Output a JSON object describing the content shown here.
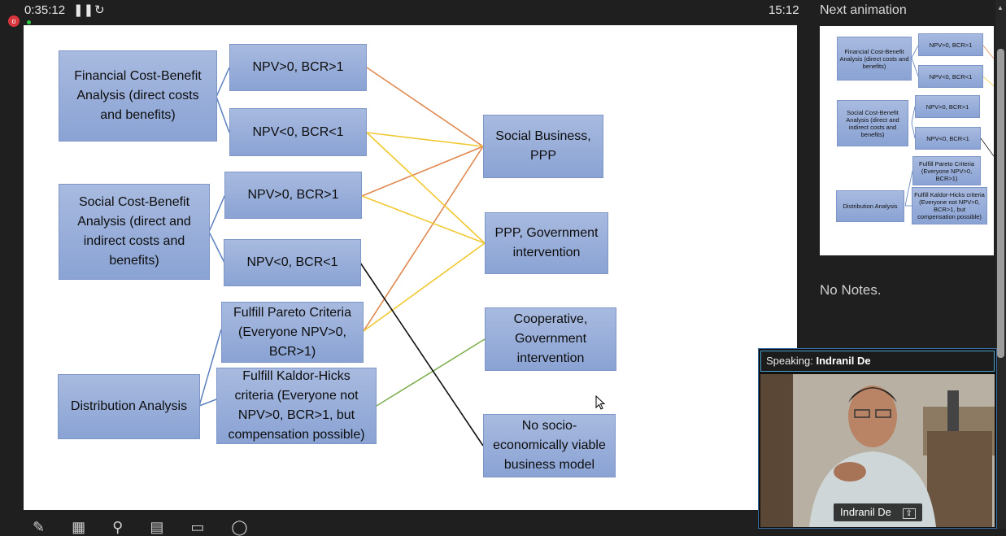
{
  "topbar": {
    "elapsed": "0:35:12",
    "pause_icon": "pause-icon",
    "restart_icon": "restart-icon",
    "clock": "15:12",
    "record_icon": "record-icon"
  },
  "slide": {
    "sources": [
      {
        "label": "Financial Cost-Benefit Analysis (direct costs and benefits)"
      },
      {
        "label": "Social Cost-Benefit Analysis (direct and indirect costs and benefits)"
      },
      {
        "label": "Distribution Analysis"
      }
    ],
    "criteria": [
      {
        "label": "NPV>0, BCR>1"
      },
      {
        "label": "NPV<0, BCR<1"
      },
      {
        "label": "NPV>0, BCR>1"
      },
      {
        "label": "NPV<0, BCR<1"
      },
      {
        "label": "Fulfill Pareto Criteria (Everyone NPV>0, BCR>1)"
      },
      {
        "label": "Fulfill Kaldor-Hicks criteria (Everyone not NPV>0, BCR>1, but compensation possible)"
      }
    ],
    "outcomes": [
      {
        "label": "Social Business, PPP"
      },
      {
        "label": "PPP, Government intervention"
      },
      {
        "label": "Cooperative, Government intervention"
      },
      {
        "label": "No socio-economically viable business model"
      }
    ],
    "colors": {
      "orange": "#e0884f",
      "yellow": "#f2c830",
      "green": "#7fae50",
      "black": "#111111",
      "blue": "#5b7fbf"
    }
  },
  "sidebar": {
    "next_title": "Next animation",
    "notes": "No Notes.",
    "thumb": {
      "sources": [
        "Financial Cost-Benefit Analysis (direct costs and benefits)",
        "Social Cost-Benefit Analysis (direct and indirect costs and benefits)",
        "Distribution Analysis"
      ],
      "criteria": [
        "NPV>0, BCR>1",
        "NPV<0, BCR<1",
        "NPV>0, BCR>1",
        "NPV<0, BCR<1",
        "Fulfill Pareto Criteria (Everyone NPV>0, BCR>1)",
        "Fulfill Kaldor-Hicks criteria (Everyone not NPV>0, BCR>1, but compensation possible)"
      ]
    }
  },
  "video": {
    "speaking_prefix": "Speaking:",
    "speaking_name": "Indranil De",
    "name_label": "Indranil De",
    "share_icon": "share-icon"
  },
  "toolbar": {
    "icons": [
      "pen-icon",
      "grid-icon",
      "zoom-icon",
      "subtitles-icon",
      "screen-icon",
      "more-icon"
    ]
  }
}
